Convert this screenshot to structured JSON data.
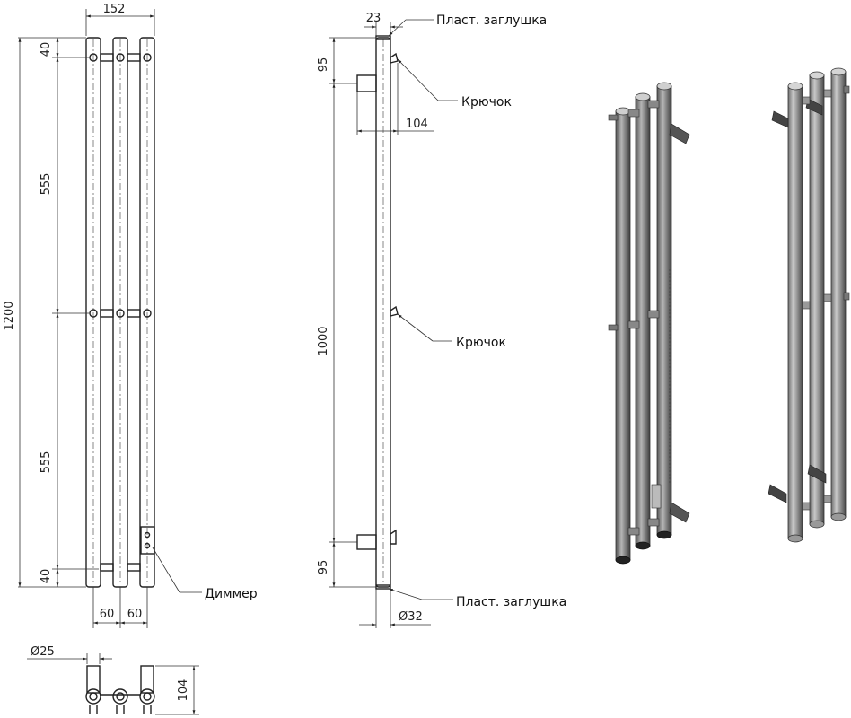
{
  "front_view": {
    "width_dim": "152",
    "height_dim": "1200",
    "seg_top": "40",
    "seg_upper": "555",
    "seg_lower": "555",
    "seg_bottom": "40",
    "spacing_left": "60",
    "spacing_right": "60",
    "dimmer_label": "Диммер"
  },
  "side_view": {
    "top_width_dim": "23",
    "cap_top_label": "Пласт. заглушка",
    "hook_top_label": "Крючок",
    "hook_mid_label": "Крючок",
    "cap_bottom_label": "Пласт. заглушка",
    "depth_dim": "104",
    "top_offset": "95",
    "bottom_offset": "95",
    "length_dim": "1000",
    "diameter_dim": "Ø32"
  },
  "bottom_view": {
    "diameter_dim": "Ø25",
    "depth_dim": "104"
  }
}
